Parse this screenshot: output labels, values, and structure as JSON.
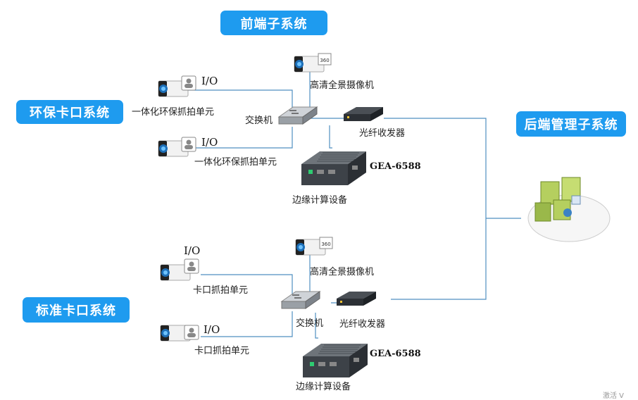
{
  "titles": {
    "front": "前端子系统",
    "env": "环保卡口系统",
    "back": "后端管理子系统",
    "std": "标准卡口系统"
  },
  "upper": {
    "io1": "I/O",
    "capture1": "一体化环保抓拍单元",
    "io2": "I/O",
    "capture2": "一体化环保抓拍单元",
    "camera": "高清全景摄像机",
    "switch": "交换机",
    "fiber": "光纤收发器",
    "model": "GEA-6588",
    "edge": "边缘计算设备"
  },
  "lower": {
    "io1": "I/O",
    "capture1": "卡口抓拍单元",
    "io2": "I/O",
    "capture2": "卡口抓拍单元",
    "camera": "高清全景摄像机",
    "switch": "交换机",
    "fiber": "光纤收发器",
    "model": "GEA-6588",
    "edge": "边缘计算设备"
  },
  "camera_badge": "360",
  "watermark": "激活 V",
  "colors": {
    "accent": "#1e9bef",
    "line": "#4f8fc0"
  }
}
